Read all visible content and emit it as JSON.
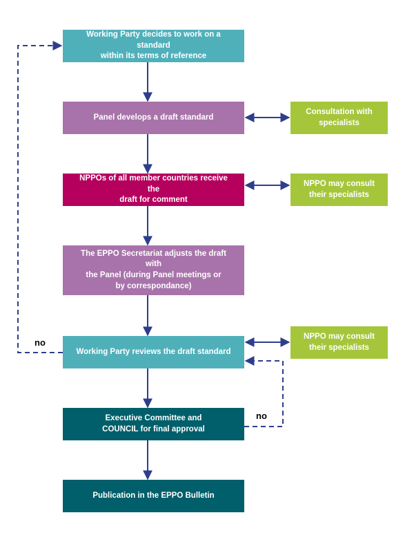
{
  "colors": {
    "teal_light": "#4fb0ba",
    "purple": "#a873aa",
    "magenta": "#b6005e",
    "green": "#a5c63b",
    "teal_dark": "#005f6a",
    "arrow": "#2d3e8c"
  },
  "steps": {
    "start": "Working Party decides to work on a standard\nwithin its terms of reference",
    "panel": "Panel develops a draft standard",
    "nppo": "NPPOs of all member countries receive the\ndraft for comment",
    "secretariat": "The EPPO Secretariat adjusts the draft with\nthe Panel (during Panel meetings or\nby correspondance)",
    "review": "Working Party reviews the draft standard",
    "approval": "Executive Committee  and\nCOUNCIL for final approval",
    "publication": "Publication in the EPPO Bulletin"
  },
  "side": {
    "consultation": "Consultation with\nspecialists",
    "nppo_consult_1": "NPPO may consult\ntheir specialists",
    "nppo_consult_2": "NPPO may consult\ntheir specialists"
  },
  "loop_labels": {
    "left": "no",
    "right": "no"
  }
}
